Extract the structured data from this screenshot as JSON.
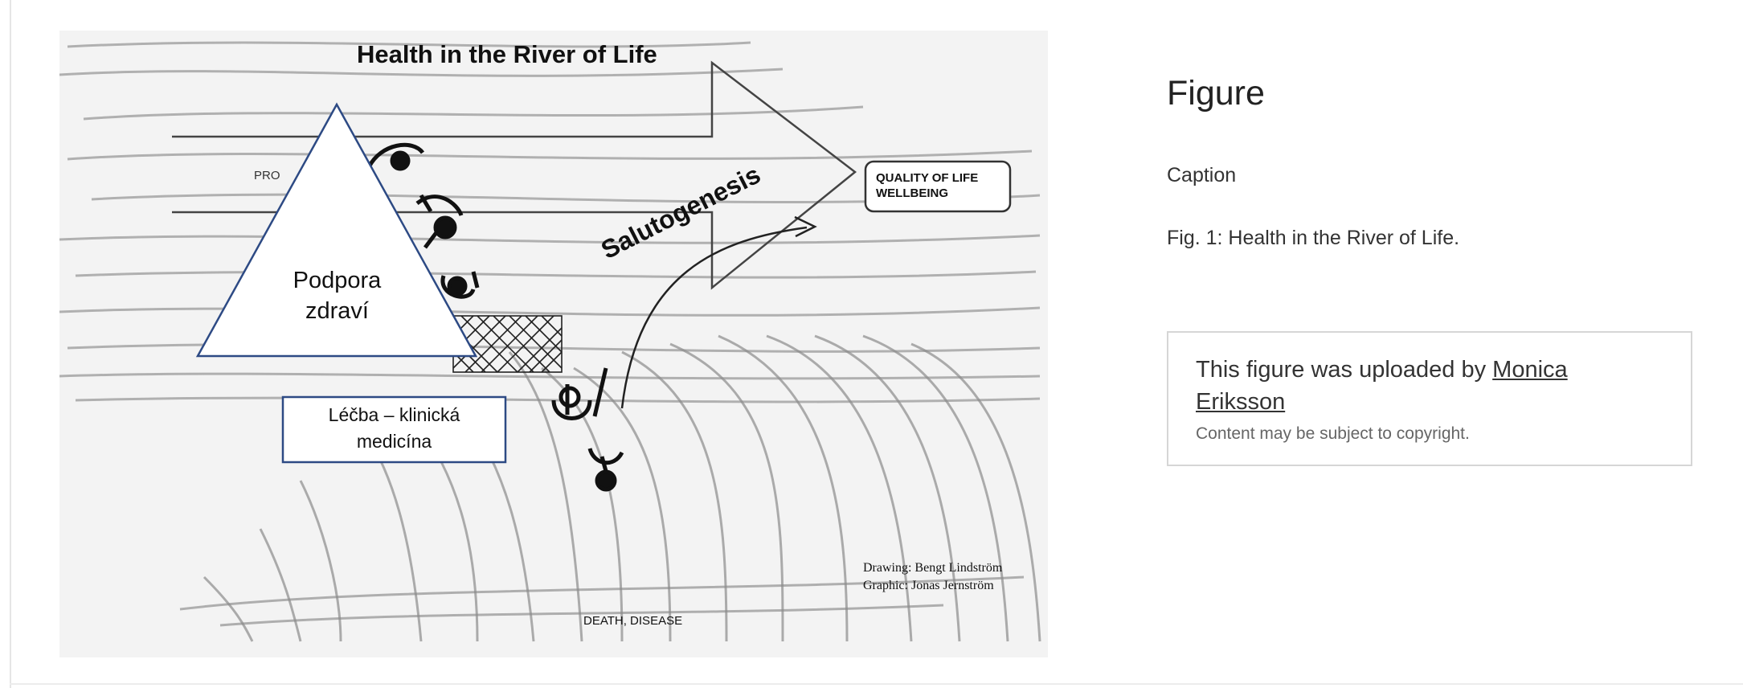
{
  "figure": {
    "title": "Health in the River of Life",
    "arrow_label": "Salutogenesis",
    "goal_box": {
      "line1": "QUALITY OF LIFE",
      "line2": "WELLBEING"
    },
    "triangle_label": {
      "line1": "Podpora",
      "line2": "zdraví"
    },
    "treatment_box": {
      "line1": "Léčba – klinická",
      "line2": "medicína"
    },
    "left_partial_label": "PRO",
    "credit_drawing": "Drawing: Bengt Lindström",
    "credit_graphic": "Graphic: Jonas Jernström",
    "bottom_label": "DEATH, DISEASE"
  },
  "sidebar": {
    "heading": "Figure",
    "caption_label": "Caption",
    "caption_text": "Fig. 1: Health in the River of Life.",
    "upload_prefix": "This figure was uploaded by ",
    "uploader_name": "Monica Eriksson",
    "copyright_note": "Content may be subject to copyright."
  }
}
